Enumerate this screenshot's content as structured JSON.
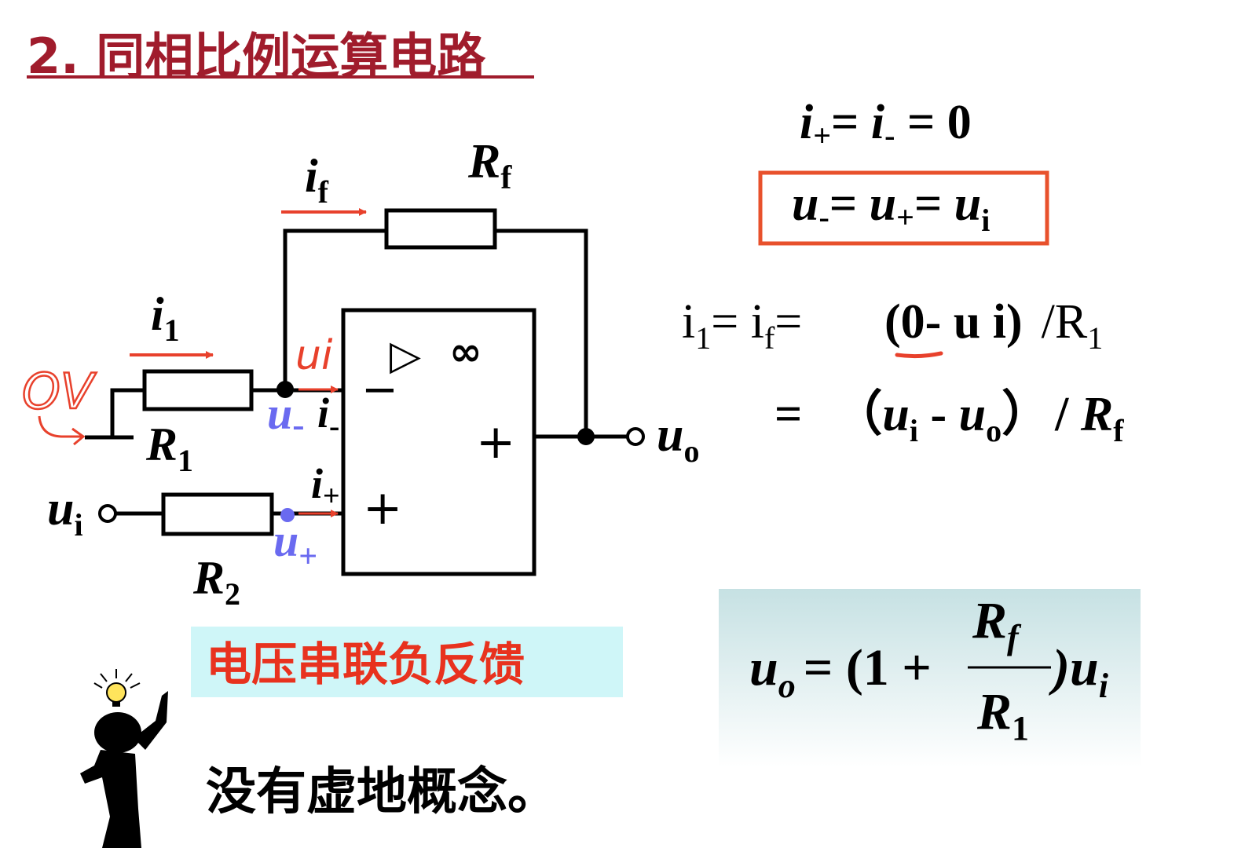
{
  "title": "2. 同相比例运算电路",
  "colors": {
    "title": "#a01c2c",
    "wire": "#000000",
    "current_arrow": "#e8412c",
    "node_voltage_label": "#6a6af0",
    "handwriting": "#e8412c",
    "highlight_box_border": "#e8512c",
    "feedback_label_bg": "#cff6f8",
    "feedback_label_text": "#e8321e",
    "result_box_bg_top": "#c6e1e3",
    "result_box_bg_bottom": "#ffffff"
  },
  "circuit": {
    "rf": {
      "letter": "R",
      "sub": "f"
    },
    "r1": {
      "letter": "R",
      "sub": "1"
    },
    "r2": {
      "letter": "R",
      "sub": "2"
    },
    "i_f": {
      "letter": "i",
      "sub": "f"
    },
    "i_1": {
      "letter": "i",
      "sub": "1"
    },
    "i_minus": {
      "letter": "i",
      "sub": "-"
    },
    "i_plus": {
      "letter": "i",
      "sub": "+"
    },
    "u_minus": {
      "letter": "u",
      "sub": "-"
    },
    "u_plus": {
      "letter": "u",
      "sub": "+"
    },
    "u_in": {
      "letter": "u",
      "sub": "i"
    },
    "u_out": {
      "letter": "u",
      "sub": "o"
    },
    "opamp": {
      "triangle": "▷",
      "gain": "∞",
      "minus": "−",
      "plus_out": "+",
      "plus_in": "+"
    }
  },
  "handwriting": {
    "zero_volt": "OV",
    "node_ui": "ui"
  },
  "equations": {
    "eq1": {
      "a": "i",
      "a_sub": "+",
      "eq1": "= ",
      "b": "i",
      "b_sub": "-",
      "rest": " = 0"
    },
    "eq2": {
      "a": "u",
      "a_sub": "-",
      "eq1": "= ",
      "b": "u",
      "b_sub": "+",
      "eq2": "= ",
      "c": "u",
      "c_sub": "i"
    },
    "eq3": {
      "i": "i",
      "i_sub": "1",
      "eq": "= i",
      "f_sub": "f",
      "eq2": "=",
      "paren": "(0- u i)",
      "over": "/R",
      "r_sub": "1"
    },
    "eq4": {
      "eq": "=",
      "open": "（",
      "u1": "u",
      "u1_sub": "i",
      "minus": " - ",
      "u2": "u",
      "u2_sub": "o",
      "close": "）",
      "over": "/ ",
      "r": "R",
      "r_sub": "f"
    }
  },
  "feedback_label": "电压串联负反馈",
  "note": "没有虚地概念。",
  "result": {
    "lhs": "u",
    "lhs_sub": "o",
    "eq": "= (1 + ",
    "num": "R",
    "num_sub": "f",
    "den": "R",
    "den_sub": "1",
    "tail": ")u",
    "tail_sub": "i"
  }
}
